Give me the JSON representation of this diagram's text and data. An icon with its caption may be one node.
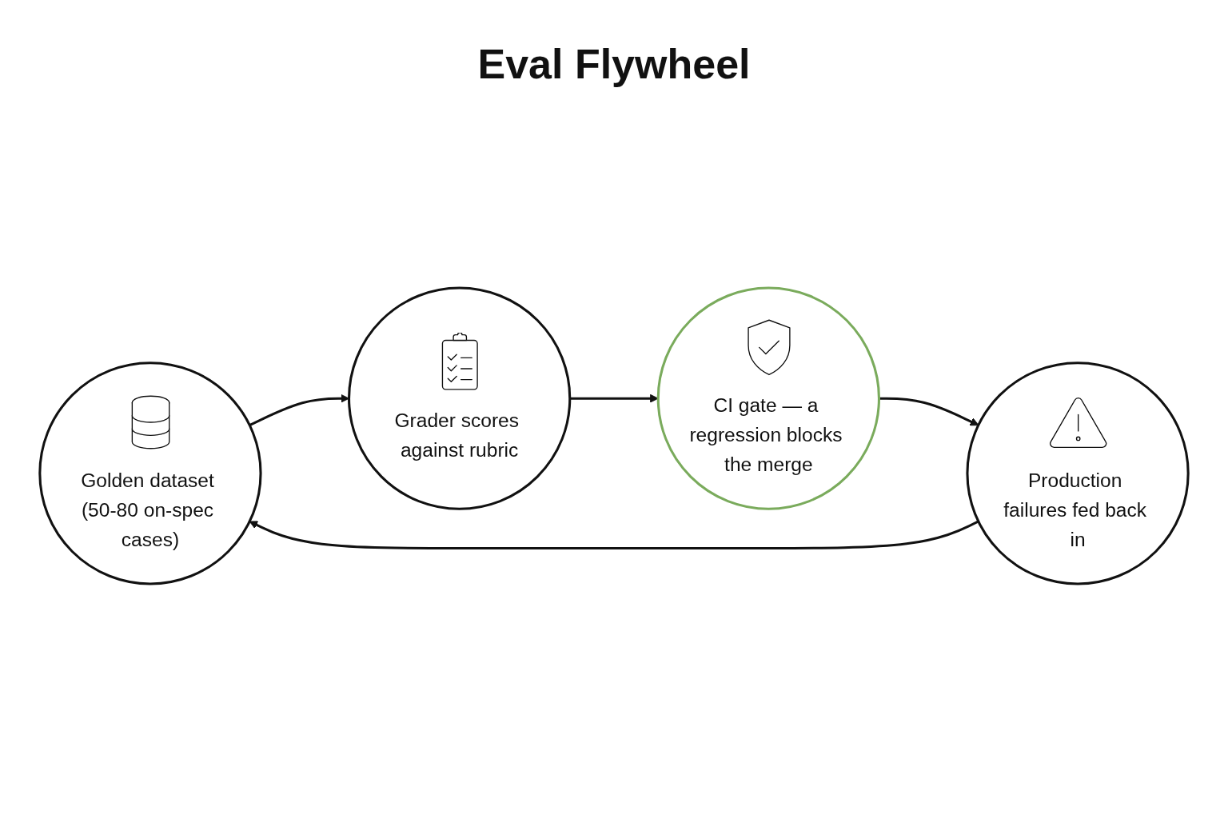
{
  "diagram": {
    "title": "Eval Flywheel",
    "nodes": [
      {
        "text": [
          "Golden dataset (50-80 on-spec cases)"
        ]
      },
      {
        "text": [
          "Production failures fed back in"
        ]
      },
      {
        "text": [
          "Grader scores against rubric"
        ]
      },
      {
        "text": [
          "CI gate — a regression blocks the merge"
        ]
      }
    ],
    "edges": [
      {
        "from": 0,
        "to": 2,
        "arrow": "to"
      },
      {
        "from": 2,
        "to": 3,
        "arrow": "to"
      },
      {
        "from": 3,
        "to": 1,
        "arrow": "to"
      },
      {
        "from": 1,
        "to": 0,
        "arrow": "to"
      }
    ]
  }
}
